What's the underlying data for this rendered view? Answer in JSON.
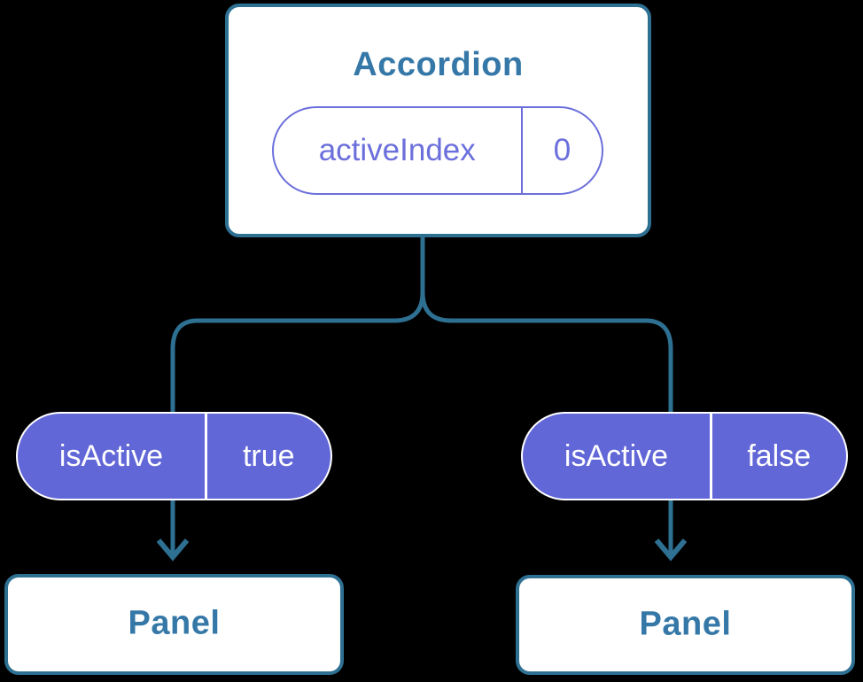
{
  "colors": {
    "background": "#000000",
    "line": "#2e7092",
    "node_text": "#3578a8",
    "purple": "#6b6fdb",
    "purple_fill": "#6267d8",
    "white": "#ffffff"
  },
  "tree": {
    "root": {
      "title": "Accordion",
      "state_name": "activeIndex",
      "state_value": "0"
    },
    "children": [
      {
        "prop_name": "isActive",
        "prop_value": "true",
        "title": "Panel"
      },
      {
        "prop_name": "isActive",
        "prop_value": "false",
        "title": "Panel"
      }
    ]
  }
}
